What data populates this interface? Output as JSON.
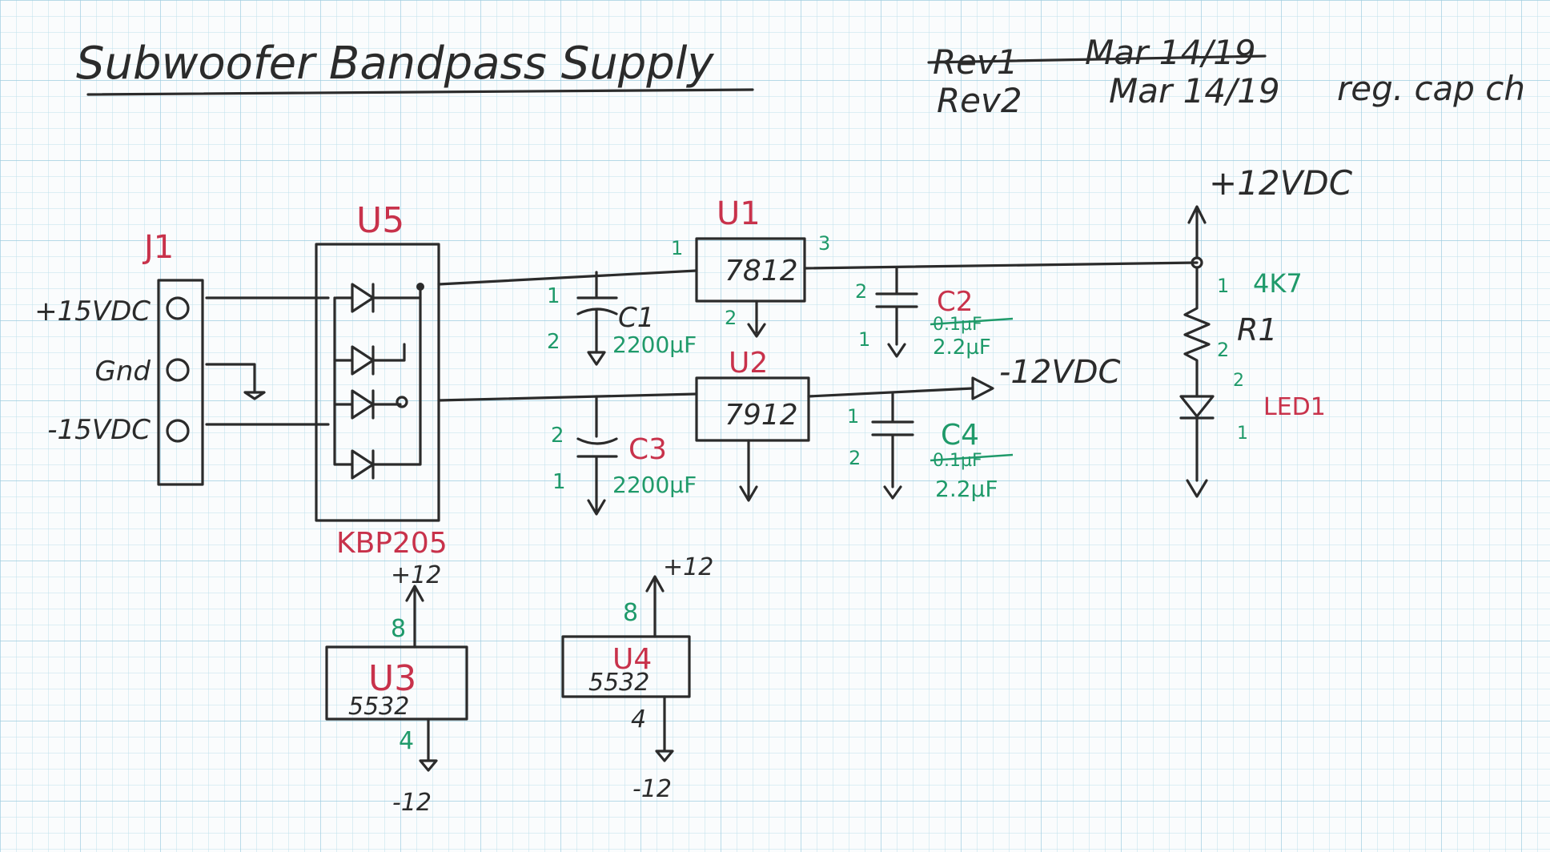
{
  "header": {
    "title": "Subwoofer Bandpass Supply",
    "rev1": "Rev1",
    "rev1_date": "Mar 14/19",
    "rev2": "Rev2",
    "rev2_date": "Mar 14/19",
    "rev2_note": "reg. cap ch"
  },
  "connector": {
    "ref": "J1",
    "pins": [
      "+15VDC",
      "Gnd",
      "-15VDC"
    ]
  },
  "bridge": {
    "ref": "U5",
    "part": "KBP205"
  },
  "reg_pos": {
    "ref": "U1",
    "part": "7812",
    "pin1": "1",
    "pin2": "2",
    "pin3": "3"
  },
  "reg_neg": {
    "ref": "U2",
    "part": "7912"
  },
  "caps": {
    "c1": {
      "ref": "C1",
      "value": "2200µF",
      "pin1": "1",
      "pin2": "2"
    },
    "c2": {
      "ref": "C2",
      "old_value": "0.1µF",
      "value": "2.2µF",
      "pin1": "1",
      "pin2": "2"
    },
    "c3": {
      "ref": "C3",
      "value": "2200µF",
      "pin1": "1",
      "pin2": "2"
    },
    "c4": {
      "ref": "C4",
      "old_value": "0.1µF",
      "value": "2.2µF",
      "pin1": "1",
      "pin2": "2"
    }
  },
  "rails": {
    "pos": "+12VDC",
    "neg": "-12VDC"
  },
  "resistor": {
    "ref": "R1",
    "value": "4K7",
    "pin1": "1",
    "pin2": "2"
  },
  "led": {
    "ref": "LED1",
    "pin1": "1",
    "pin2": "2"
  },
  "opamps": [
    {
      "ref": "U3",
      "part": "5532",
      "pin_top": "8",
      "pin_bottom": "4",
      "top_rail": "+12",
      "bottom_rail": "-12"
    },
    {
      "ref": "U4",
      "part": "5532",
      "pin_top": "8",
      "pin_bottom": "4",
      "top_rail": "+12",
      "bottom_rail": "-12"
    }
  ],
  "colors": {
    "ink": "#2b2b2b",
    "refs": "#c8324b",
    "values": "#1f9a6a",
    "grid": "#bfe0ec",
    "paper": "#fafcfd"
  }
}
